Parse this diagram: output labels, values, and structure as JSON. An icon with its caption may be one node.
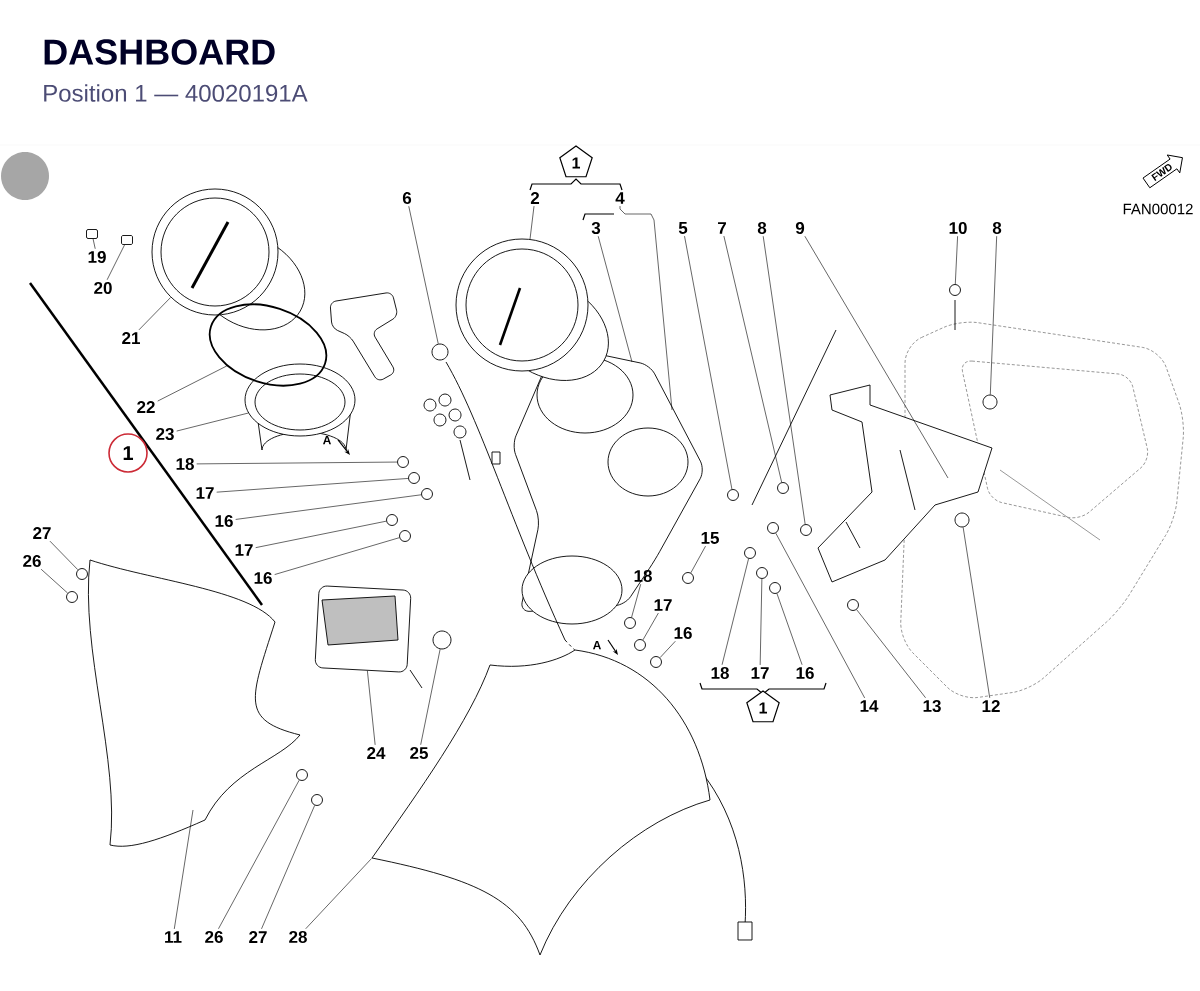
{
  "diagram": {
    "title": "DASHBOARD",
    "nodes": [
      {
        "text": [
          "1"
        ]
      },
      {
        "text": [
          "FWD"
        ]
      },
      {
        "text": [
          "19"
        ]
      },
      {
        "text": [
          "20"
        ]
      },
      {
        "text": [
          "6"
        ]
      },
      {
        "text": [
          "2"
        ]
      },
      {
        "text": [
          "4"
        ]
      },
      {
        "text": [
          "3"
        ]
      },
      {
        "text": [
          "5"
        ]
      },
      {
        "text": [
          "7"
        ]
      },
      {
        "text": [
          "8"
        ]
      },
      {
        "text": [
          "9"
        ]
      },
      {
        "text": [
          "10"
        ]
      },
      {
        "text": [
          "8"
        ]
      },
      {
        "text": [
          "21"
        ]
      },
      {
        "text": [
          "22"
        ]
      },
      {
        "text": [
          "23"
        ]
      },
      {
        "text": [
          "1"
        ]
      },
      {
        "text": [
          "18"
        ]
      },
      {
        "text": [
          "17"
        ]
      },
      {
        "text": [
          "16"
        ]
      },
      {
        "text": [
          "17"
        ]
      },
      {
        "text": [
          "16"
        ]
      },
      {
        "text": [
          "27"
        ]
      },
      {
        "text": [
          "26"
        ]
      },
      {
        "text": [
          "15"
        ]
      },
      {
        "text": [
          "18"
        ]
      },
      {
        "text": [
          "17"
        ]
      },
      {
        "text": [
          "16"
        ]
      },
      {
        "text": [
          "18"
        ]
      },
      {
        "text": [
          "17"
        ]
      },
      {
        "text": [
          "16"
        ]
      },
      {
        "text": [
          "14"
        ]
      },
      {
        "text": [
          "13"
        ]
      },
      {
        "text": [
          "12"
        ]
      },
      {
        "text": [
          "1"
        ]
      },
      {
        "text": [
          "24"
        ]
      },
      {
        "text": [
          "25"
        ]
      },
      {
        "text": [
          "11"
        ]
      },
      {
        "text": [
          "26"
        ]
      },
      {
        "text": [
          "27"
        ]
      },
      {
        "text": [
          "28"
        ]
      },
      {
        "text": [],
        "shape": "box"
      },
      {
        "text": [],
        "shape": "box"
      },
      {
        "text": [],
        "shape": "circle"
      },
      {
        "text": [],
        "shape": "circle"
      },
      {
        "text": [],
        "shape": "circle"
      },
      {
        "text": [],
        "shape": "circle"
      },
      {
        "text": [],
        "shape": "circle"
      },
      {
        "text": [],
        "shape": "circle"
      },
      {
        "text": [],
        "shape": "circle"
      },
      {
        "text": [],
        "shape": "circle"
      },
      {
        "text": [],
        "shape": "circle"
      },
      {
        "text": [],
        "shape": "circle"
      },
      {
        "text": [],
        "shape": "circle"
      },
      {
        "text": [],
        "shape": "circle"
      },
      {
        "text": [],
        "shape": "circle"
      },
      {
        "text": [],
        "shape": "circle"
      },
      {
        "text": [],
        "shape": "circle"
      },
      {
        "text": [],
        "shape": "circle"
      },
      {
        "text": [],
        "shape": "circle"
      },
      {
        "text": [],
        "shape": "circle"
      },
      {
        "text": [],
        "shape": "circle"
      },
      {
        "text": [],
        "shape": "circle"
      },
      {
        "text": [],
        "shape": "circle"
      },
      {
        "text": [],
        "shape": "circle"
      },
      {
        "text": [],
        "shape": "circle"
      },
      {
        "text": [],
        "shape": "circle"
      },
      {
        "text": [],
        "shape": "circle"
      },
      {
        "text": [],
        "shape": "circle"
      },
      {
        "text": [],
        "shape": "picture"
      },
      {
        "text": [],
        "shape": "picture"
      },
      {
        "text": [],
        "shape": "picture"
      },
      {
        "text": [],
        "shape": "picture"
      },
      {
        "text": [],
        "shape": "picture"
      },
      {
        "text": [],
        "shape": "picture"
      }
    ],
    "edges": [
      {
        "from": 2,
        "to": 42,
        "arrow": "none"
      },
      {
        "from": 3,
        "to": 43,
        "arrow": "none"
      },
      {
        "from": 4,
        "to": 45,
        "arrow": "none"
      },
      {
        "from": 5,
        "to": 73,
        "arrow": "none"
      },
      {
        "from": 7,
        "to": null,
        "arrow": "none"
      },
      {
        "from": 6,
        "to": null,
        "arrow": "none"
      },
      {
        "from": 8,
        "to": 51,
        "arrow": "none"
      },
      {
        "from": 9,
        "to": 49,
        "arrow": "none"
      },
      {
        "from": 10,
        "to": 55,
        "arrow": "none"
      },
      {
        "from": 11,
        "to": null,
        "arrow": "none"
      },
      {
        "from": 12,
        "to": 44,
        "arrow": "none"
      },
      {
        "from": 13,
        "to": 46,
        "arrow": "none"
      },
      {
        "from": 14,
        "to": 71,
        "arrow": "none"
      },
      {
        "from": 15,
        "to": 72,
        "arrow": "none"
      },
      {
        "from": 16,
        "to": 70,
        "arrow": "none"
      },
      {
        "from": 18,
        "to": 47,
        "arrow": "none"
      },
      {
        "from": 19,
        "to": 48,
        "arrow": "none"
      },
      {
        "from": 20,
        "to": 50,
        "arrow": "none"
      },
      {
        "from": 21,
        "to": 52,
        "arrow": "none"
      },
      {
        "from": 22,
        "to": 56,
        "arrow": "none"
      },
      {
        "from": 23,
        "to": 59,
        "arrow": "none"
      },
      {
        "from": 24,
        "to": 62,
        "arrow": "none"
      },
      {
        "from": 25,
        "to": 60,
        "arrow": "none"
      },
      {
        "from": 26,
        "to": 64,
        "arrow": "none"
      },
      {
        "from": 27,
        "to": 66,
        "arrow": "none"
      },
      {
        "from": 28,
        "to": 67,
        "arrow": "none"
      },
      {
        "from": 29,
        "to": 57,
        "arrow": "none"
      },
      {
        "from": 30,
        "to": 58,
        "arrow": "none"
      },
      {
        "from": 31,
        "to": 61,
        "arrow": "none"
      },
      {
        "from": 32,
        "to": 54,
        "arrow": "none"
      },
      {
        "from": 33,
        "to": 63,
        "arrow": "none"
      },
      {
        "from": 34,
        "to": 53,
        "arrow": "none"
      },
      {
        "from": 36,
        "to": 74,
        "arrow": "none"
      },
      {
        "from": 37,
        "to": 65,
        "arrow": "none"
      },
      {
        "from": 38,
        "to": null,
        "arrow": "none"
      },
      {
        "from": 39,
        "to": 68,
        "arrow": "none"
      },
      {
        "from": 40,
        "to": 69,
        "arrow": "none"
      },
      {
        "from": 41,
        "to": 75,
        "arrow": "none"
      }
    ],
    "labels": [
      "Position 1 — 40020191A",
      "FAN00012",
      "A",
      "A"
    ]
  }
}
